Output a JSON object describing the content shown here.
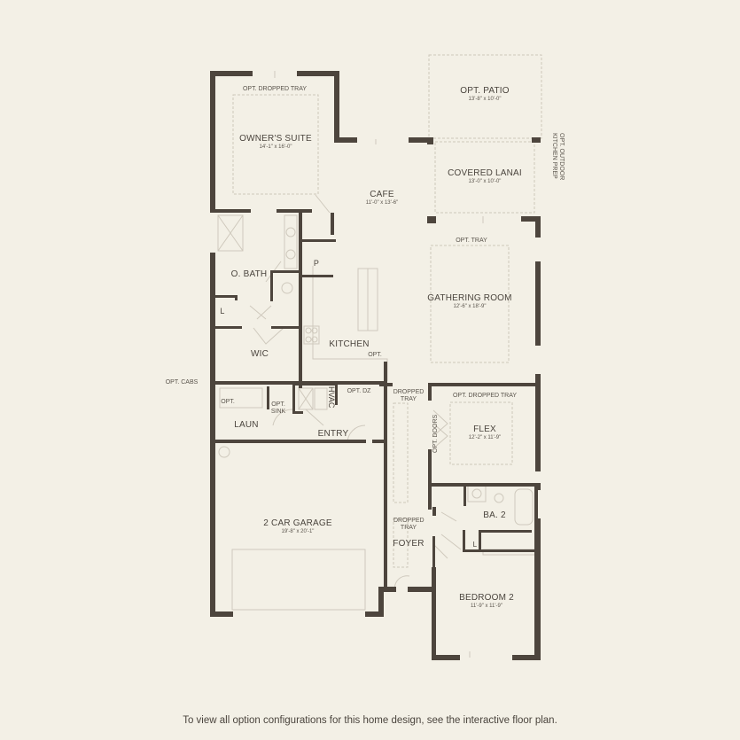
{
  "colors": {
    "background": "#f3f0e6",
    "wall": "#4d453d",
    "fixture_line": "#cfc9bd",
    "dashed_option": "#cdc7bb",
    "text": "#4a443d"
  },
  "rooms": [
    {
      "id": "owners_suite",
      "name": "OWNER'S SUITE",
      "dimensions": "14'-1\" x 16'-0\"",
      "note": "OPT. DROPPED TRAY"
    },
    {
      "id": "opt_patio",
      "name": "OPT. PATIO",
      "dimensions": "13'-8\" x 10'-0\""
    },
    {
      "id": "covered_lanai",
      "name": "COVERED LANAI",
      "dimensions": "13'-0\" x 10'-0\""
    },
    {
      "id": "cafe",
      "name": "CAFE",
      "dimensions": "11'-0\" x 13'-6\""
    },
    {
      "id": "gathering_room",
      "name": "GATHERING ROOM",
      "dimensions": "12'-6\" x 18'-9\"",
      "note": "OPT. TRAY"
    },
    {
      "id": "o_bath",
      "name": "O. BATH"
    },
    {
      "id": "wic",
      "name": "WIC"
    },
    {
      "id": "kitchen",
      "name": "KITCHEN"
    },
    {
      "id": "laun",
      "name": "LAUN"
    },
    {
      "id": "entry",
      "name": "ENTRY"
    },
    {
      "id": "flex",
      "name": "FLEX",
      "dimensions": "12'-2\" x 11'-9\"",
      "note": "OPT. DROPPED TRAY"
    },
    {
      "id": "ba2",
      "name": "BA. 2"
    },
    {
      "id": "foyer",
      "name": "FOYER",
      "note": "DROPPED TRAY"
    },
    {
      "id": "garage",
      "name": "2 CAR GARAGE",
      "dimensions": "19'-8\" x 20'-1\""
    },
    {
      "id": "bedroom2",
      "name": "BEDROOM 2",
      "dimensions": "11'-9\" x 11'-9\""
    }
  ],
  "labels": {
    "pantry": "P",
    "linen_bath": "L",
    "linen_ba2": "L",
    "kitchen_opt": "OPT.",
    "opt_cabs": "OPT. CABS",
    "laun_opt": "OPT.",
    "opt_sink": "OPT.\nSINK",
    "hvac": "HVAC",
    "opt_dz": "OPT. DZ",
    "hall_dropped_tray": "DROPPED\nTRAY",
    "opt_doors": "OPT. DOORS",
    "opt_outdoor_kitchen": "OPT. OUTDOOR\nKITCHEN PREP"
  },
  "caption": "To view all option configurations for this home design, see the interactive floor plan."
}
